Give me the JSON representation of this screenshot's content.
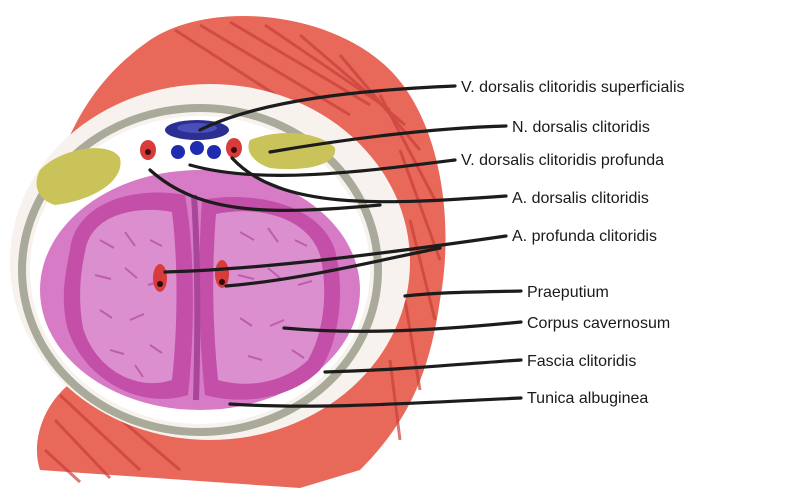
{
  "labels": [
    {
      "id": "v-dorsalis-superficialis",
      "text": "V. dorsalis clitoridis superficialis"
    },
    {
      "id": "n-dorsalis",
      "text": "N. dorsalis clitoridis"
    },
    {
      "id": "v-dorsalis-profunda",
      "text": "V. dorsalis clitoridis profunda"
    },
    {
      "id": "a-dorsalis",
      "text": "A.  dorsalis clitoridis"
    },
    {
      "id": "a-profunda",
      "text": "A.  profunda clitoridis"
    },
    {
      "id": "praeputium",
      "text": "Praeputium"
    },
    {
      "id": "corpus-cavernosum",
      "text": "Corpus cavernosum"
    },
    {
      "id": "fascia",
      "text": "Fascia clitoridis"
    },
    {
      "id": "tunica",
      "text": "Tunica albuginea"
    }
  ],
  "colors": {
    "muscle": "#e8685a",
    "muscle_stripe": "#c9403a",
    "fascia_ring": "#a9aa99",
    "erectile_outer": "#c34fa8",
    "erectile_inner": "#dc8fcf",
    "erectile_core": "#e7b5e0",
    "tunica_fill": "#d77bc6",
    "vein": "#2b2f93",
    "nerve": "#1f2bb0",
    "artery": "#d93a3a",
    "fat": "#c9c35a"
  }
}
